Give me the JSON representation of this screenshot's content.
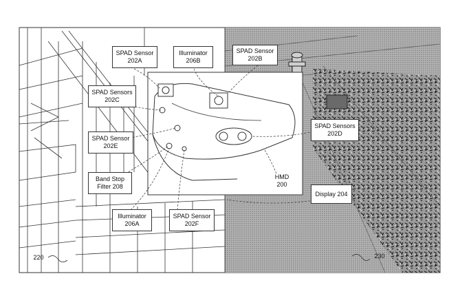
{
  "figure": {
    "labels": {
      "spad_202a": "SPAD Sensor\n202A",
      "illuminator_206b": "Illuminator\n206B",
      "spad_202b": "SPAD Sensor\n202B",
      "spad_202c": "SPAD Sensors\n202C",
      "spad_202e": "SPAD Sensor\n202E",
      "band_stop_208": "Band Stop\nFilter 208",
      "illuminator_206a": "Illuminator\n206A",
      "spad_202f": "SPAD Sensor\n202F",
      "spad_202d": "SPAD Sensors\n202D",
      "hmd_200": "HMD\n200",
      "display_204": "Display 204",
      "ref_220": "220",
      "ref_230": "230"
    },
    "colors": {
      "line": "#333333",
      "textured_fill": "#8a8a8a",
      "gravel_dark": "#3a3a3a",
      "background": "#ffffff"
    }
  }
}
